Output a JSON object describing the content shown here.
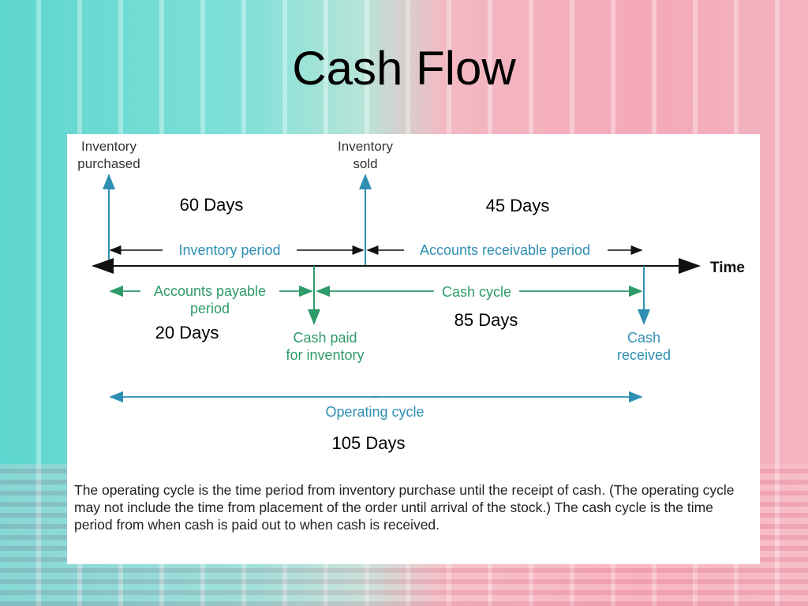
{
  "title": "Cash Flow",
  "diagram": {
    "inventory_purchased": [
      "Inventory",
      "purchased"
    ],
    "inventory_sold": [
      "Inventory",
      "sold"
    ],
    "inventory_period": "Inventory period",
    "accounts_receivable_period": "Accounts receivable period",
    "time_label": "Time",
    "accounts_payable_period": [
      "Accounts payable",
      "period"
    ],
    "cash_cycle": "Cash cycle",
    "cash_paid": [
      "Cash paid",
      "for inventory"
    ],
    "cash_received": [
      "Cash",
      "received"
    ],
    "operating_cycle": "Operating cycle",
    "days_60": "60 Days",
    "days_45": "45 Days",
    "days_20": "20 Days",
    "days_85": "85 Days",
    "days_105": "105 Days"
  },
  "caption": "The operating cycle is the time period from inventory purchase until the receipt of cash. (The operating cycle may not include the time from placement of the order until arrival of the stock.) The cash cycle is the time period from when cash is paid out to when cash is received.",
  "colors": {
    "blue": "#2f8fb3",
    "green": "#2f9a6a",
    "axis": "#111111"
  }
}
